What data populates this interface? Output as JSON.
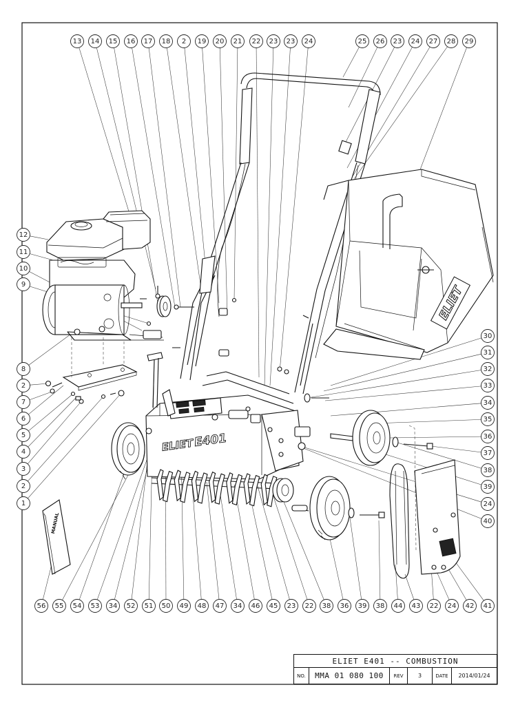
{
  "title_block": {
    "title": "ELIET  E401  --  COMBUSTION",
    "no_label": "NO.",
    "drawing_number": "MMA  01  080  100",
    "rev_label": "REV",
    "rev_value": "3",
    "date_label": "DATE",
    "date_value": "2014/01/24"
  },
  "product_labels": {
    "deck_brand": "ELIET",
    "deck_model": "E401",
    "bag_brand": "ELIET",
    "manual_text": "MANUAL"
  },
  "callouts": {
    "top": [
      "13",
      "14",
      "15",
      "16",
      "17",
      "18",
      "2",
      "19",
      "20",
      "21",
      "22",
      "23",
      "23",
      "24",
      "25",
      "26",
      "23",
      "24",
      "27",
      "28",
      "29"
    ],
    "left": [
      "12",
      "11",
      "10",
      "9",
      "8",
      "2",
      "7",
      "6",
      "5",
      "4",
      "3",
      "2",
      "1"
    ],
    "right": [
      "30",
      "31",
      "32",
      "33",
      "34",
      "35",
      "36",
      "37",
      "38",
      "39",
      "24",
      "40"
    ],
    "bottom": [
      "56",
      "55",
      "54",
      "53",
      "34",
      "52",
      "51",
      "50",
      "49",
      "48",
      "47",
      "34",
      "46",
      "45",
      "23",
      "22",
      "38",
      "36",
      "39",
      "38",
      "44",
      "43",
      "22",
      "24",
      "42",
      "41"
    ]
  }
}
